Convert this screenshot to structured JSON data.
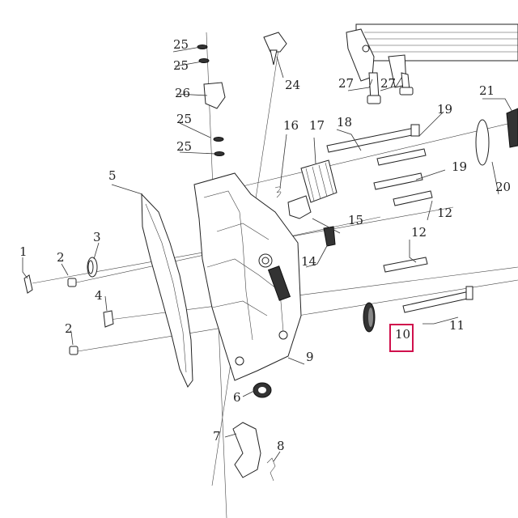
{
  "callouts": {
    "c1": "1",
    "c2a": "2",
    "c2b": "2",
    "c3": "3",
    "c4": "4",
    "c5": "5",
    "c6": "6",
    "c7": "7",
    "c8": "8",
    "c9": "9",
    "c10": "10",
    "c11": "11",
    "c12a": "12",
    "c12b": "12",
    "c14": "14",
    "c15": "15",
    "c16": "16",
    "c17": "17",
    "c18": "18",
    "c19a": "19",
    "c19b": "19",
    "c20": "20",
    "c21": "21",
    "c24": "24",
    "c25a": "25",
    "c25b": "25",
    "c25c": "25",
    "c25d": "25",
    "c26": "26",
    "c27a": "27",
    "c27b": "27"
  },
  "highlight": {
    "part": "10",
    "color": "#d0104c"
  }
}
